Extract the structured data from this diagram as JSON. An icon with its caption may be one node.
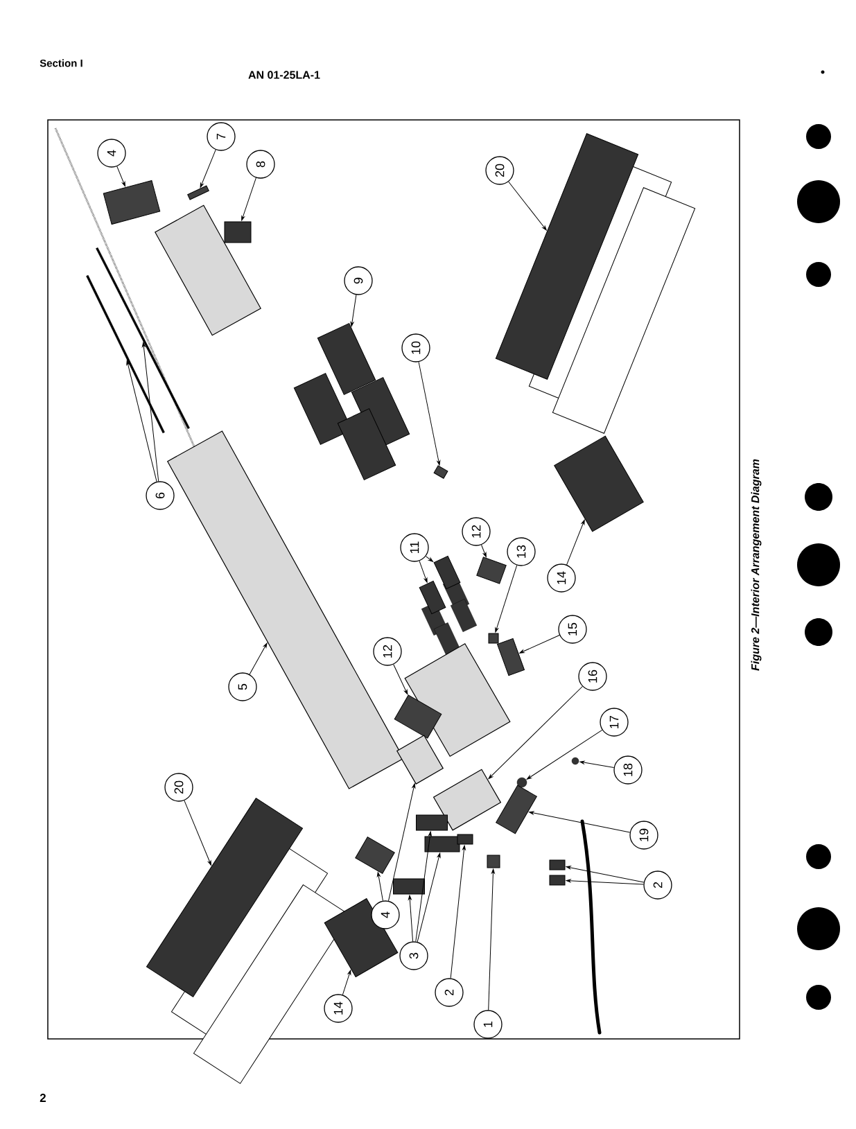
{
  "diagram": {
    "caption": "Figure 2—Interior Arrangement Diagram",
    "nodes": [
      {
        "text": [
          "4"
        ]
      },
      {
        "text": [],
        "shape": "box"
      },
      {
        "text": [
          "7"
        ]
      },
      {
        "text": [],
        "shape": "box"
      },
      {
        "text": [
          "8"
        ]
      },
      {
        "text": [],
        "shape": "cylinder"
      },
      {
        "text": [
          "6"
        ]
      },
      {
        "text": [],
        "shape": "bar"
      },
      {
        "text": [],
        "shape": "bar"
      },
      {
        "text": [
          "9"
        ]
      },
      {
        "text": [],
        "shape": "cylinder"
      },
      {
        "text": [
          "20"
        ]
      },
      {
        "text": [],
        "shape": "cylinder"
      },
      {
        "text": [
          "10"
        ]
      },
      {
        "text": [],
        "shape": "box"
      },
      {
        "text": [
          "5"
        ]
      },
      {
        "text": [],
        "shape": "seat"
      },
      {
        "text": [
          "11"
        ]
      },
      {
        "text": [],
        "shape": "cylinder"
      },
      {
        "text": [],
        "shape": "cylinder"
      },
      {
        "text": [
          "12"
        ]
      },
      {
        "text": [],
        "shape": "box"
      },
      {
        "text": [
          "13"
        ]
      },
      {
        "text": [],
        "shape": "box"
      },
      {
        "text": [
          "14"
        ]
      },
      {
        "text": [],
        "shape": "cylinder"
      },
      {
        "text": [
          "15"
        ]
      },
      {
        "text": [],
        "shape": "box"
      },
      {
        "text": [
          "12"
        ]
      },
      {
        "text": [],
        "shape": "box"
      },
      {
        "text": [
          "16"
        ]
      },
      {
        "text": [],
        "shape": "seat"
      },
      {
        "text": [
          "17"
        ]
      },
      {
        "text": [],
        "shape": "circle"
      },
      {
        "text": [
          "18"
        ]
      },
      {
        "text": [],
        "shape": "circle"
      },
      {
        "text": [
          "19"
        ]
      },
      {
        "text": [],
        "shape": "box"
      },
      {
        "text": [
          "20"
        ]
      },
      {
        "text": [],
        "shape": "cylinder"
      },
      {
        "text": [
          "4"
        ]
      },
      {
        "text": [],
        "shape": "box"
      },
      {
        "text": [],
        "shape": "seat"
      },
      {
        "text": [
          "3"
        ]
      },
      {
        "text": [],
        "shape": "cylinder"
      },
      {
        "text": [],
        "shape": "cylinder"
      },
      {
        "text": [],
        "shape": "cylinder"
      },
      {
        "text": [
          "2"
        ]
      },
      {
        "text": [],
        "shape": "cylinder"
      },
      {
        "text": [
          "1"
        ]
      },
      {
        "text": [],
        "shape": "box"
      },
      {
        "text": [
          "2"
        ]
      },
      {
        "text": [],
        "shape": "cylinder"
      },
      {
        "text": [],
        "shape": "cylinder"
      },
      {
        "text": [
          "14"
        ]
      },
      {
        "text": [],
        "shape": "cylinder"
      }
    ],
    "edges": [
      {
        "from": 0,
        "to": 1,
        "arrow": "to"
      },
      {
        "from": 2,
        "to": 3,
        "arrow": "to"
      },
      {
        "from": 4,
        "to": 5,
        "arrow": "to"
      },
      {
        "from": 6,
        "to": 7,
        "arrow": "to"
      },
      {
        "from": 6,
        "to": 8,
        "arrow": "to"
      },
      {
        "from": 9,
        "to": 10,
        "arrow": "to"
      },
      {
        "from": 11,
        "to": 12,
        "arrow": "to"
      },
      {
        "from": 13,
        "to": 14,
        "arrow": "to"
      },
      {
        "from": 15,
        "to": 16,
        "arrow": "to"
      },
      {
        "from": 17,
        "to": 18,
        "arrow": "to"
      },
      {
        "from": 17,
        "to": 19,
        "arrow": "to"
      },
      {
        "from": 20,
        "to": 21,
        "arrow": "to"
      },
      {
        "from": 22,
        "to": 23,
        "arrow": "to"
      },
      {
        "from": 24,
        "to": 25,
        "arrow": "to"
      },
      {
        "from": 26,
        "to": 27,
        "arrow": "to"
      },
      {
        "from": 28,
        "to": 29,
        "arrow": "to"
      },
      {
        "from": 30,
        "to": 31,
        "arrow": "to"
      },
      {
        "from": 32,
        "to": 33,
        "arrow": "to"
      },
      {
        "from": 34,
        "to": 35,
        "arrow": "to"
      },
      {
        "from": 36,
        "to": 37,
        "arrow": "to"
      },
      {
        "from": 38,
        "to": 39,
        "arrow": "to"
      },
      {
        "from": 40,
        "to": 41,
        "arrow": "to"
      },
      {
        "from": 40,
        "to": 42,
        "arrow": "to"
      },
      {
        "from": 43,
        "to": 44,
        "arrow": "to"
      },
      {
        "from": 43,
        "to": 45,
        "arrow": "to"
      },
      {
        "from": 43,
        "to": 46,
        "arrow": "to"
      },
      {
        "from": 47,
        "to": 48,
        "arrow": "to"
      },
      {
        "from": 49,
        "to": 50,
        "arrow": "to"
      },
      {
        "from": 51,
        "to": 52,
        "arrow": "to"
      },
      {
        "from": 51,
        "to": 53,
        "arrow": "to"
      },
      {
        "from": 54,
        "to": 55,
        "arrow": "to"
      }
    ],
    "labels": [
      "Section I",
      "AN 01-25LA-1",
      "2"
    ]
  }
}
